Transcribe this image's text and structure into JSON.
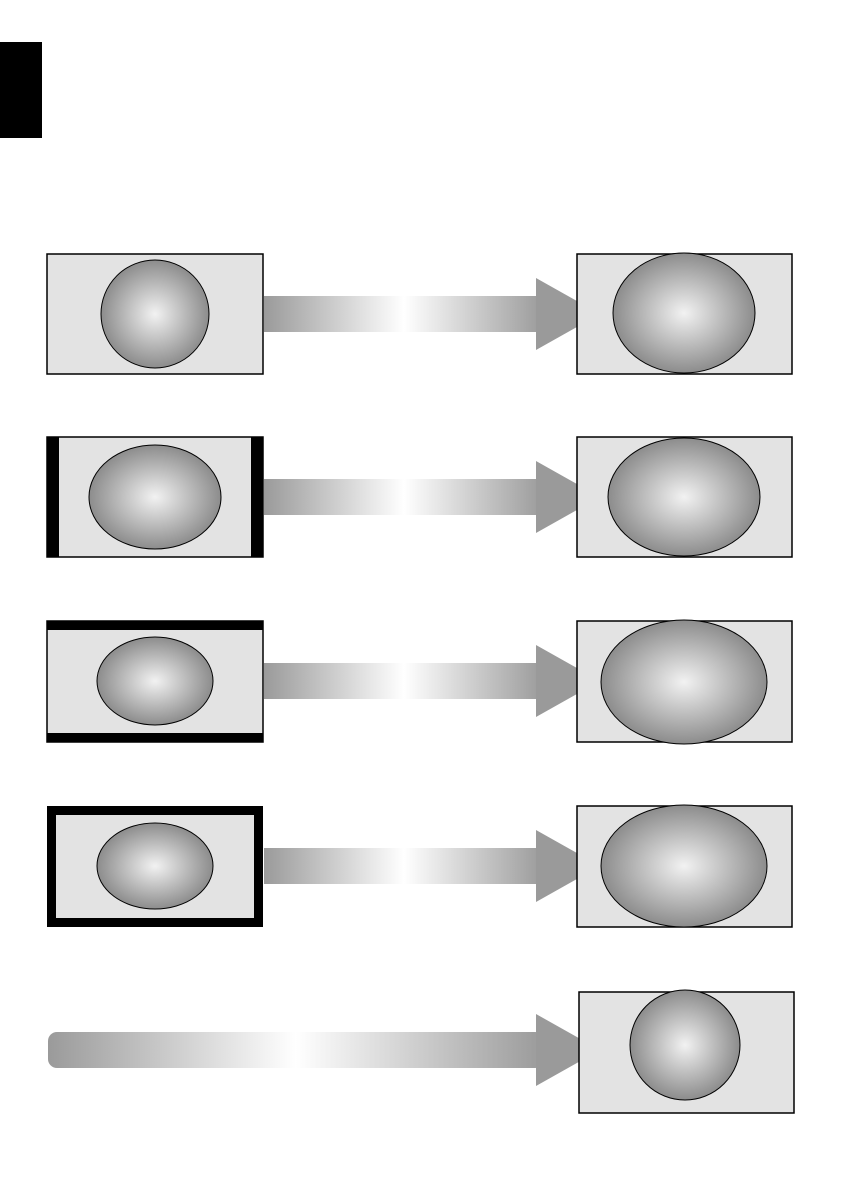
{
  "colors": {
    "screen_fill": "#e3e3e3",
    "frame": "#000000",
    "bar_black": "#000000",
    "arrow": "#9a9a9a",
    "arrow_light": "#ffffff",
    "picture_center": "#f2f2f2",
    "picture_edge": "#8c8c8c"
  },
  "icons": {
    "page_tab": "black-edge-tab",
    "source_screen": "picture-frame-icon",
    "target_screen": "widescreen-picture-icon",
    "conversion": "right-arrow-icon"
  },
  "conversions": [
    {
      "source_bars": "none",
      "source_picture": "circle",
      "target_picture": "wide-ellipse"
    },
    {
      "source_bars": "pillarbox",
      "source_picture": "ellipse",
      "target_picture": "wide-ellipse"
    },
    {
      "source_bars": "letterbox",
      "source_picture": "ellipse",
      "target_picture": "wide-ellipse"
    },
    {
      "source_bars": "windowbox",
      "source_picture": "ellipse",
      "target_picture": "wide-ellipse"
    },
    {
      "source_bars": "no-source",
      "source_picture": "none",
      "target_picture": "circle"
    }
  ]
}
